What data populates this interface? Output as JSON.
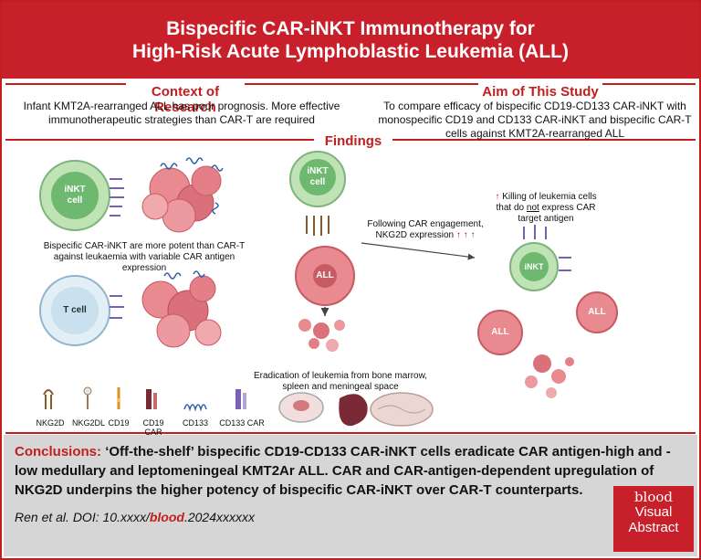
{
  "header": {
    "title_line1": "Bispecific CAR-iNKT Immunotherapy for",
    "title_line2": "High-Risk Acute Lymphoblastic Leukemia (ALL)"
  },
  "context": {
    "title": "Context of Research",
    "text": "Infant KMT2A-rearranged ALL has poor prognosis. More effective immunotherapeutic strategies than CAR-T are required"
  },
  "aim": {
    "title": "Aim of This Study",
    "text": "To compare efficacy of bispecific CD19-CD133 CAR-iNKT with monospecific CD19 and CD133 CAR-iNKT and bispecific CAR-T cells against KMT2A-rearranged ALL"
  },
  "findings": {
    "title": "Findings",
    "inkt_cell_label": "iNKT cell",
    "t_cell_label": "T cell",
    "potency_text": "Bispecific CAR-iNKT are more potent than CAR-T against leukaemia with variable CAR antigen expression",
    "center_inkt_label": "iNKT cell",
    "all_label": "ALL",
    "nkg2d_text": "Following CAR engagement, NKG2D expression",
    "nkg2d_arrows": "↑ ↑ ↑",
    "killing_arrow": "↑",
    "killing_text": "Killing of leukemia cells that do",
    "killing_not": "not",
    "killing_text2": "express CAR target antigen",
    "right_inkt_label": "iNKT",
    "right_all_left": "ALL",
    "right_all_right": "ALL",
    "eradication_text": "Eradication of leukemia from bone marrow, spleen and meningeal space"
  },
  "legend": [
    {
      "label": "NKG2D",
      "icon": "nkg2d-receptor-icon"
    },
    {
      "label": "NKG2DL",
      "icon": "nkg2dl-ligand-icon"
    },
    {
      "label": "CD19",
      "icon": "cd19-antigen-icon"
    },
    {
      "label": "CD19 CAR",
      "icon": "cd19-car-icon"
    },
    {
      "label": "CD133",
      "icon": "cd133-antigen-icon"
    },
    {
      "label": "CD133 CAR",
      "icon": "cd133-car-icon"
    }
  ],
  "conclusions": {
    "label": "Conclusions:",
    "text": "‘Off-the-shelf’ bispecific CD19-CD133 CAR-iNKT cells eradicate CAR antigen-high and -low medullary and leptomeningeal KMT2Ar ALL. CAR and CAR-antigen-dependent upregulation of NKG2D underpins the higher potency of bispecific CAR-iNKT over CAR-T counterparts."
  },
  "citation": {
    "prefix": "Ren et al. DOI: 10.xxxx/",
    "journal": "blood",
    "suffix": ".2024xxxxxx"
  },
  "badge": {
    "logo": "blood",
    "line1": "Visual",
    "line2": "Abstract"
  },
  "colors": {
    "brand_red": "#c8202a",
    "inkt_green": "#6fb86f",
    "t_cell_blue": "#c9e0ef",
    "leukemia_pink": "#e88a8f",
    "conclusion_bg": "#d6d6d6"
  }
}
